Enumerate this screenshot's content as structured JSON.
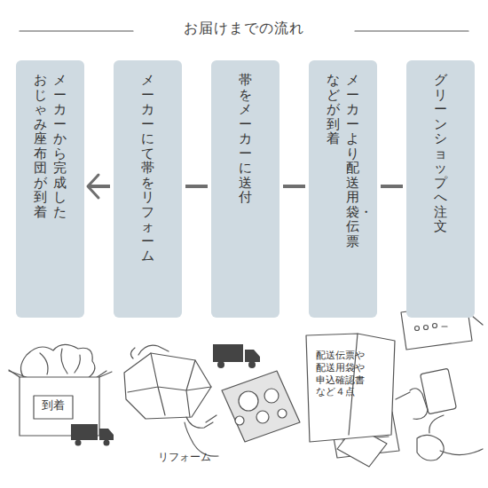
{
  "diagram": {
    "title": "お届けまでの流れ",
    "nodes": [
      {
        "text": [
          "グリーンショップへ注文"
        ]
      },
      {
        "text": [
          "メーカーより配送用袋・伝票 などが到着"
        ]
      },
      {
        "text": [
          "帯をメーカーに送付"
        ]
      },
      {
        "text": [
          "メーカーにて帯をリフォーム"
        ]
      },
      {
        "text": [
          "メーカーから完成した おじゃみ座布団が到着"
        ]
      }
    ],
    "edges": [
      {
        "from": 0,
        "to": 1,
        "arrow": "none"
      },
      {
        "from": 1,
        "to": 2,
        "arrow": "none"
      },
      {
        "from": 2,
        "to": 3,
        "arrow": "none"
      },
      {
        "from": 3,
        "to": 4,
        "arrow": "to"
      }
    ],
    "labels": [
      "到着",
      "リフォーム",
      "配送伝票や 配送用袋や 申込確認書 など４点"
    ]
  }
}
